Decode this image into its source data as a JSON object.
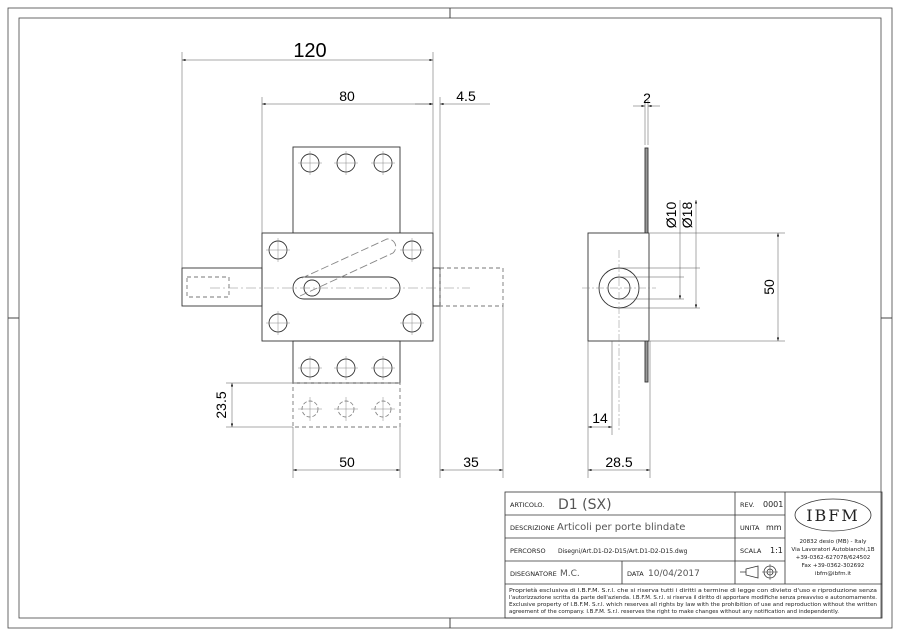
{
  "dimensions": {
    "overall_length": "120",
    "body_length": "80",
    "offset": "4.5",
    "plate_thickness": "2",
    "inner_diameter": "Ø10",
    "outer_diameter": "Ø18",
    "body_height": "50",
    "plate_travel": "23.5",
    "plate_width": "50",
    "bolt_travel": "35",
    "side_offset": "14",
    "side_depth": "28.5"
  },
  "title_block": {
    "articolo_label": "ARTICOLO.",
    "articolo_value": "D1 (SX)",
    "rev_label": "REV.",
    "rev_value": "0001",
    "descrizione_label": "DESCRIZIONE",
    "descrizione_value": "Articoli per porte blindate",
    "unita_label": "UNITA",
    "unita_value": "mm",
    "percorso_label": "PERCORSO",
    "percorso_value": "Disegni/Art.D1-D2-D15/Art.D1-D2-D15.dwg",
    "scala_label": "SCALA",
    "scala_value": "1:1",
    "disegnatore_label": "DISEGNATORE",
    "disegnatore_value": "M.C.",
    "data_label": "DATA",
    "data_value": "10/04/2017",
    "logo_text": "IBFM",
    "address": [
      "20832 desio (MB) - Italy",
      "Via Lavoratori Autobianchi,1B",
      "+39-0362-627078/624502",
      "Fax +39-0362-302692",
      "ibfm@ibfm.it"
    ],
    "notice": [
      "Proprietà esclusiva di I.B.F.M. S.r.l. che si riserva tutti i diritti a termine di legge con divieto d'uso e riproduzione senza",
      "l'autorizzazione scritta da parte dell'azienda. I.B.F.M. S.r.l. si riserva il diritto di apportare modifiche senza preavviso e autonomamente.",
      "Exclusive property of I.B.F.M. S.r.l. which reserves all rights by law with the prohibition of use and reproduction without the written",
      "agreement of the company. I.B.F.M. S.r.l. reserves the right to make changes without any notification and independently."
    ]
  }
}
